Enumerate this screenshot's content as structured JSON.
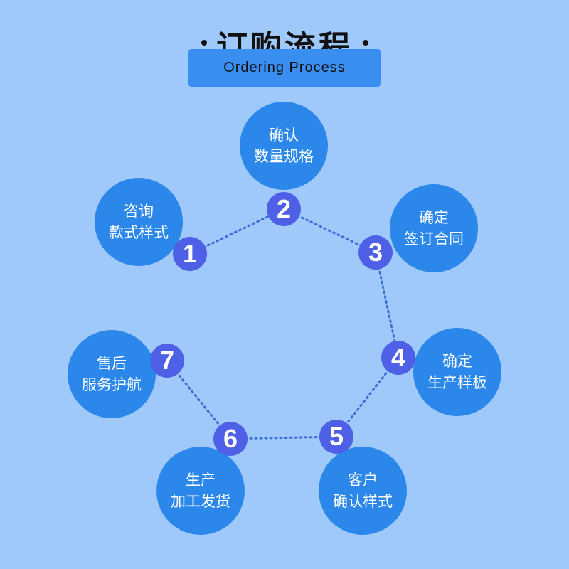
{
  "header": {
    "title": "订购流程",
    "subtitle": "Ordering Process"
  },
  "colors": {
    "background": "#9fc9fb",
    "step_circle": "#2b87ea",
    "number_badge": "#4e60e6",
    "connector": "#3a6fd8",
    "banner": "#3a8ef0"
  },
  "steps": [
    {
      "number": "1",
      "line1": "咨询",
      "line2": "款式样式"
    },
    {
      "number": "2",
      "line1": "确认",
      "line2": "数量规格"
    },
    {
      "number": "3",
      "line1": "确定",
      "line2": "签订合同"
    },
    {
      "number": "4",
      "line1": "确定",
      "line2": "生产样板"
    },
    {
      "number": "5",
      "line1": "客户",
      "line2": "确认样式"
    },
    {
      "number": "6",
      "line1": "生产",
      "line2": "加工发货"
    },
    {
      "number": "7",
      "line1": "售后",
      "line2": "服务护航"
    }
  ]
}
